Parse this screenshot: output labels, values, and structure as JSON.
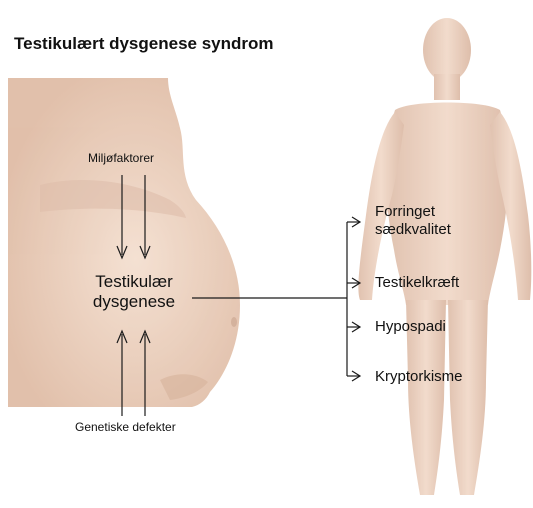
{
  "title": "Testikulært dysgenese syndrom",
  "inputs": {
    "top": "Miljøfaktorer",
    "bottom": "Genetiske defekter"
  },
  "center_label": {
    "line1": "Testikulær",
    "line2": "dysgenese"
  },
  "outcomes": [
    {
      "line1": "Forringet",
      "line2": "sædkvalitet"
    },
    {
      "line1": "Testikelkræft"
    },
    {
      "line1": "Hypospadi"
    },
    {
      "line1": "Kryptorkisme"
    }
  ],
  "colors": {
    "skin": "#e9cdb8",
    "skin_shadow": "#d8b49c",
    "arrow": "#1a1a1a",
    "text": "#111111"
  },
  "icons": [
    "pregnant-torso-illustration",
    "male-body-illustration"
  ]
}
